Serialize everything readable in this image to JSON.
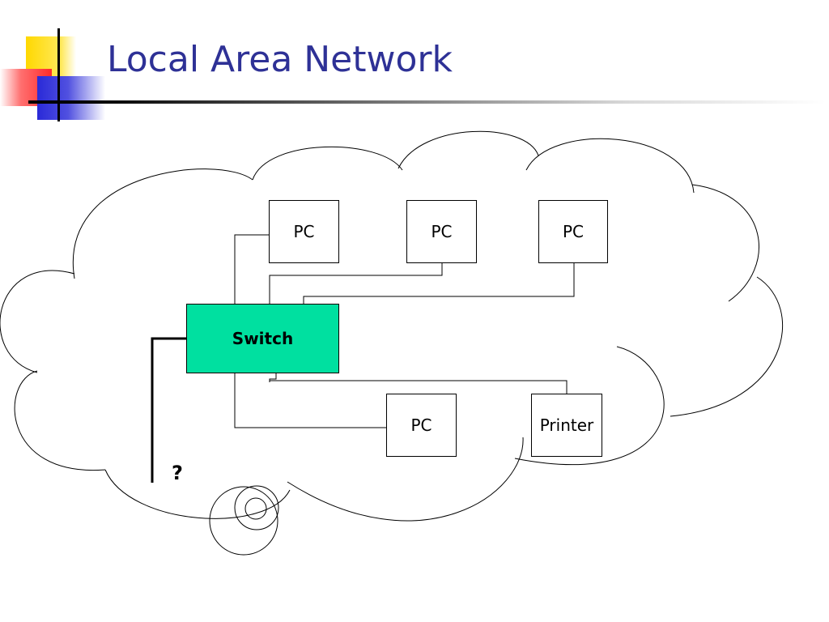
{
  "slide": {
    "title": "Local Area Network"
  },
  "diagram": {
    "switch_label": "Switch",
    "nodes": [
      {
        "id": "pc1",
        "label": "PC"
      },
      {
        "id": "pc2",
        "label": "PC"
      },
      {
        "id": "pc3",
        "label": "PC"
      },
      {
        "id": "pc4",
        "label": "PC"
      },
      {
        "id": "printer",
        "label": "Printer"
      }
    ],
    "unknown_link_label": "?",
    "colors": {
      "switch_fill": "#00e0a0",
      "title_text": "#2e3196"
    }
  }
}
